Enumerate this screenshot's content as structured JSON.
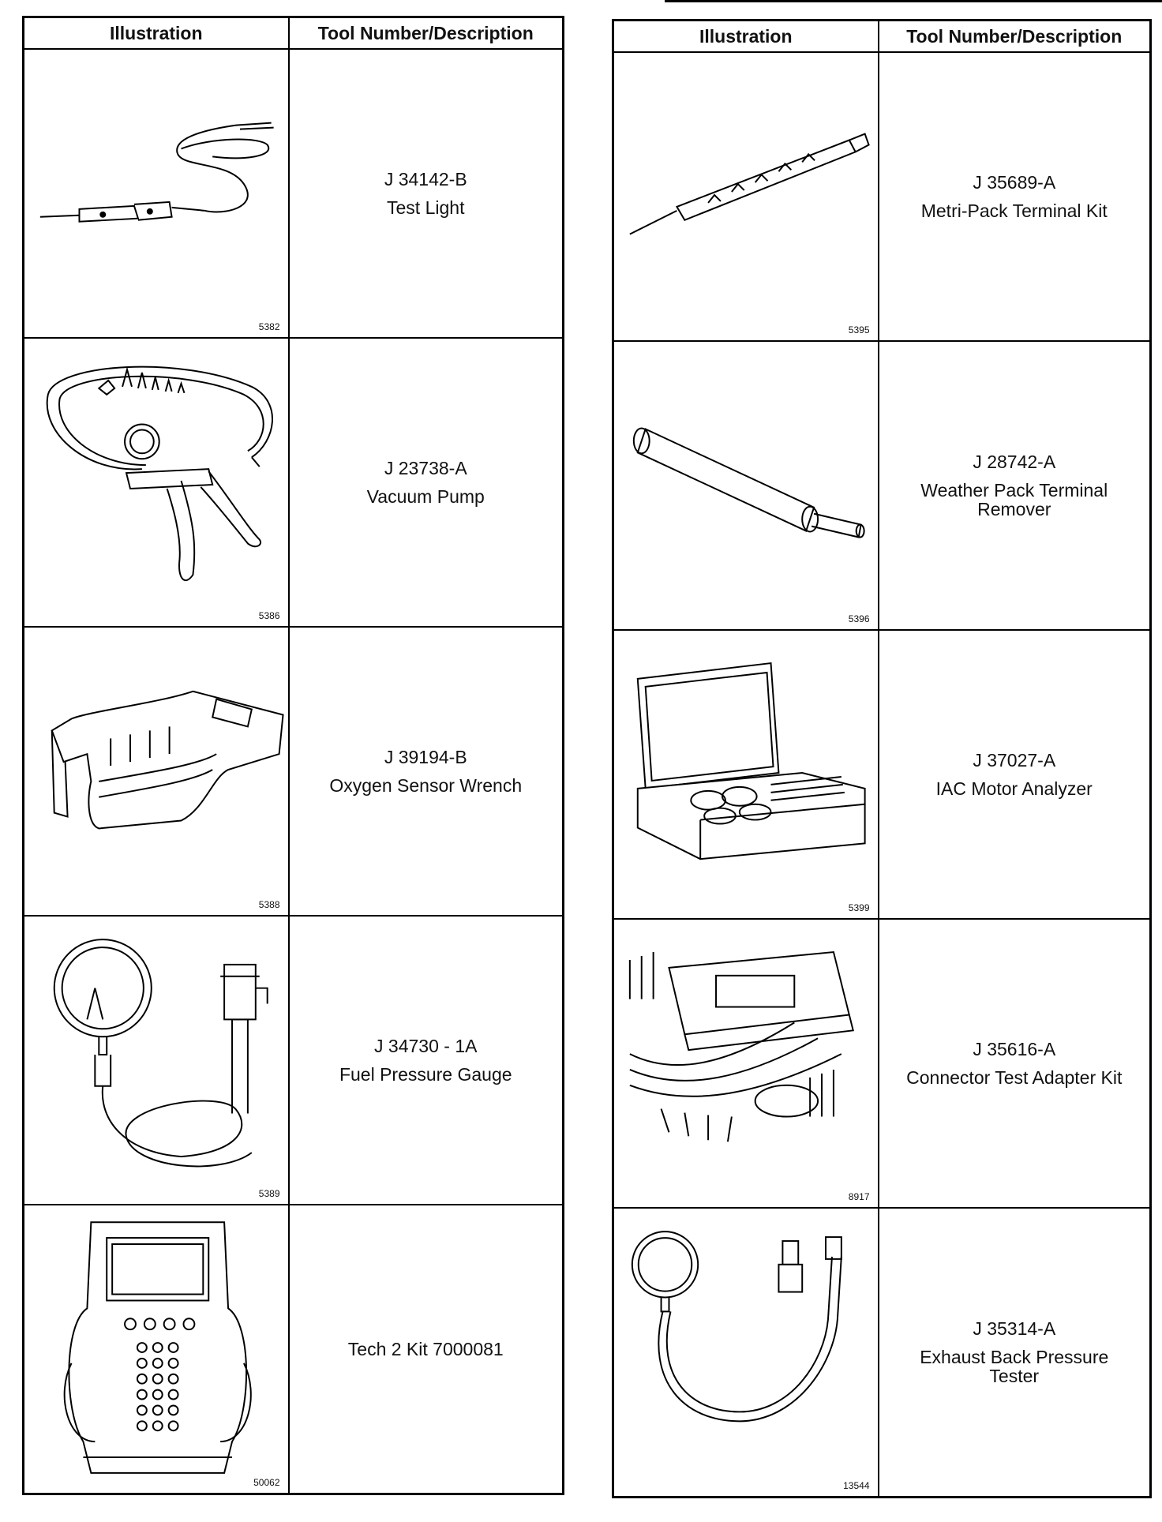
{
  "headers": {
    "illustration": "Illustration",
    "tool": "Tool Number/Description"
  },
  "left_rows": [
    {
      "fig": "5382",
      "number": "J 34142-B",
      "name": "Test Light"
    },
    {
      "fig": "5386",
      "number": "J 23738-A",
      "name": "Vacuum Pump"
    },
    {
      "fig": "5388",
      "number": "J 39194-B",
      "name": "Oxygen Sensor Wrench"
    },
    {
      "fig": "5389",
      "number": "J 34730 - 1A",
      "name": "Fuel Pressure Gauge"
    },
    {
      "fig": "50062",
      "number": "",
      "name": "Tech 2 Kit 7000081"
    }
  ],
  "right_rows": [
    {
      "fig": "5395",
      "number": "J 35689-A",
      "name": "Metri-Pack Terminal Kit"
    },
    {
      "fig": "5396",
      "number": "J 28742-A",
      "name": "Weather Pack Terminal Remover"
    },
    {
      "fig": "5399",
      "number": "J 37027-A",
      "name": "IAC Motor Analyzer"
    },
    {
      "fig": "8917",
      "number": "J 35616-A",
      "name": "Connector Test Adapter Kit"
    },
    {
      "fig": "13544",
      "number": "J 35314-A",
      "name": "Exhaust Back Pressure Tester"
    }
  ]
}
